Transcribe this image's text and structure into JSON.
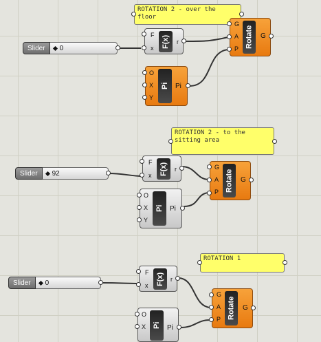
{
  "panels": [
    {
      "text": "ROTATION 2 - over the\nfloor"
    },
    {
      "text": "ROTATION 2 - to the\nsitting area"
    },
    {
      "text": "ROTATION 1"
    }
  ],
  "sliders": [
    {
      "label": "Slider",
      "value": "0"
    },
    {
      "label": "Slider",
      "value": "92"
    },
    {
      "label": "Slider",
      "value": "0"
    }
  ],
  "expression": {
    "title": "F(x)",
    "input_f": "F",
    "input_x": "x",
    "output_r": "r"
  },
  "pi": {
    "title": "Pi",
    "inputs": [
      "O",
      "X",
      "Y"
    ],
    "output": "Pi"
  },
  "rotate": {
    "title": "Rotate",
    "inputs": [
      "G",
      "A",
      "P"
    ],
    "output": "G"
  },
  "colors": {
    "canvas": "#e4e4de",
    "component_gray": "#d8d8d8",
    "component_orange": "#f08a20",
    "panel_yellow": "#ffff6a",
    "wire": "#333333"
  }
}
